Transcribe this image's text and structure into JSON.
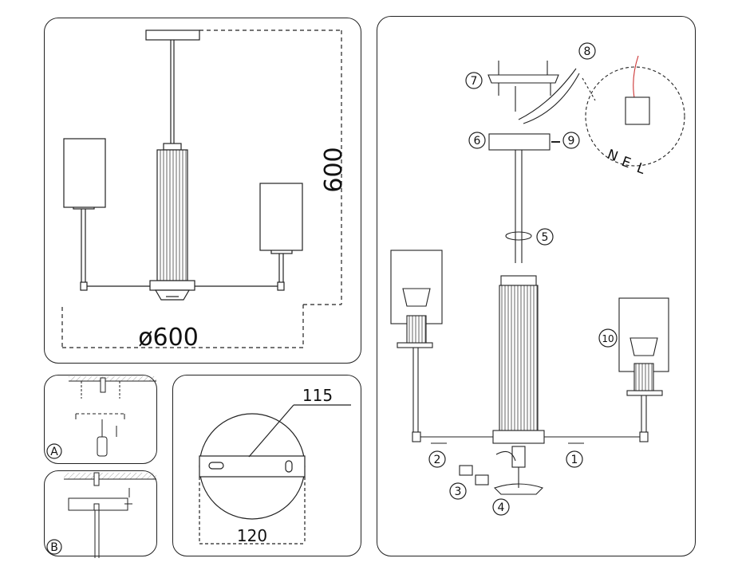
{
  "panel_main": {
    "height_label": "600",
    "diameter_label": "ø600"
  },
  "panel_mount": {
    "width_label": "115",
    "bottom_label": "120"
  },
  "steps": {
    "a": "A",
    "b": "B"
  },
  "callouts": [
    "1",
    "2",
    "3",
    "4",
    "5",
    "6",
    "7",
    "8",
    "9",
    "10"
  ],
  "wiring": {
    "n": "N",
    "e": "E",
    "l": "L"
  }
}
